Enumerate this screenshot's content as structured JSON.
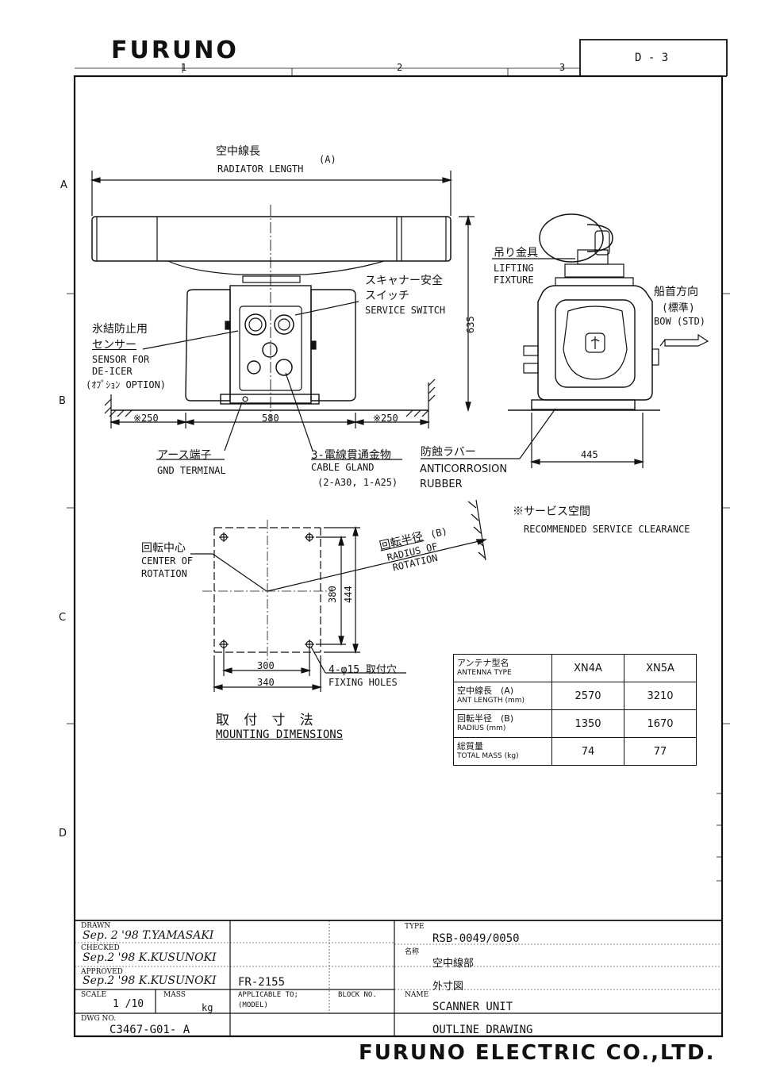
{
  "header": {
    "logo": "FURUNO",
    "grid_cols": [
      "1",
      "2",
      "3"
    ],
    "grid_rows": [
      "A",
      "B",
      "C",
      "D"
    ],
    "page_ref": "D - 3"
  },
  "scanner": {
    "radiator_jp": "空中線長",
    "radiator_en": "RADIATOR LENGTH",
    "radiator_ref": "(A)",
    "service_switch_jp1": "スキャナー安全",
    "service_switch_jp2": "スイッチ",
    "service_switch_en": "SERVICE SWITCH",
    "deicer_jp1": "氷結防止用",
    "deicer_jp2": "センサー",
    "deicer_en1": "SENSOR FOR",
    "deicer_en2": "DE-ICER",
    "deicer_en3": "(ｵﾌﾟｼｮﾝ OPTION)",
    "height_dim": "635",
    "clear_left": "※250",
    "width_dim": "580",
    "clear_right": "※250",
    "gnd_jp": "アース端子",
    "gnd_en": "GND TERMINAL",
    "gland_jp": "3-電線貫通金物",
    "gland_en": "CABLE GLAND",
    "gland_spec": "(2-A30, 1-A25)",
    "lifting_jp": "吊り金具",
    "lifting_en1": "LIFTING",
    "lifting_en2": "FIXTURE",
    "bow_jp1": "船首方向",
    "bow_jp2": "(標準)",
    "bow_en": "BOW (STD)",
    "rubber_jp": "防蝕ラバー",
    "rubber_en1": "ANTICORROSION",
    "rubber_en2": "RUBBER",
    "side_dim": "445",
    "clearance_jp": "※サービス空間",
    "clearance_en": "RECOMMENDED SERVICE CLEARANCE"
  },
  "mounting": {
    "center_jp": "回転中心",
    "center_en1": "CENTER OF",
    "center_en2": "ROTATION",
    "radius_jp": "回転半径",
    "radius_ref": "(B)",
    "radius_en1": "RADIUS OF",
    "radius_en2": "ROTATION",
    "dim_380": "380",
    "dim_444": "444",
    "dim_300": "300",
    "dim_340": "340",
    "holes_jp": "4-φ15 取付穴",
    "holes_en": "FIXING HOLES",
    "title_jp": "取 付 寸 法",
    "title_en": "MOUNTING DIMENSIONS"
  },
  "spec_table": {
    "head_jp": "アンテナ型名",
    "head_en": "ANTENNA TYPE",
    "models": [
      "XN4A",
      "XN5A"
    ],
    "rows": [
      {
        "jp": "空中線長　(A)",
        "en": "ANT LENGTH",
        "unit": "(mm)",
        "values": [
          "2570",
          "3210"
        ]
      },
      {
        "jp": "回転半径　(B)",
        "en": "RADIUS",
        "unit": "(mm)",
        "values": [
          "1350",
          "1670"
        ]
      },
      {
        "jp": "総質量",
        "en": "TOTAL MASS",
        "unit": "(kg)",
        "values": [
          "74",
          "77"
        ]
      }
    ]
  },
  "title_block": {
    "drawn_label": "DRAWN",
    "drawn_sig": "Sep. 2 '98 T.YAMASAKI",
    "checked_label": "CHECKED",
    "checked_sig": "Sep.2 '98 K.KUSUNOKI",
    "approved_label": "APPROVED",
    "approved_sig": "Sep.2 '98 K.KUSUNOKI",
    "scale_label": "SCALE",
    "scale_value": "1 /10",
    "mass_label": "MASS",
    "mass_unit": "kg",
    "applicable_value": "FR-2155",
    "applicable_label1": "APPLICABLE TO;",
    "applicable_label2": "(MODEL)",
    "block_label": "BLOCK NO.",
    "dwg_label": "DWG NO.",
    "dwg_value": "C3467-G01- A",
    "type_label": "TYPE",
    "type_value": "RSB-0049/0050",
    "name_jp_label": "名称",
    "name_jp1": "空中線部",
    "name_jp2": "外寸図",
    "name_label": "NAME",
    "name_en1": "SCANNER UNIT",
    "name_en2": "OUTLINE DRAWING",
    "company": "FURUNO ELECTRIC CO.,LTD."
  }
}
